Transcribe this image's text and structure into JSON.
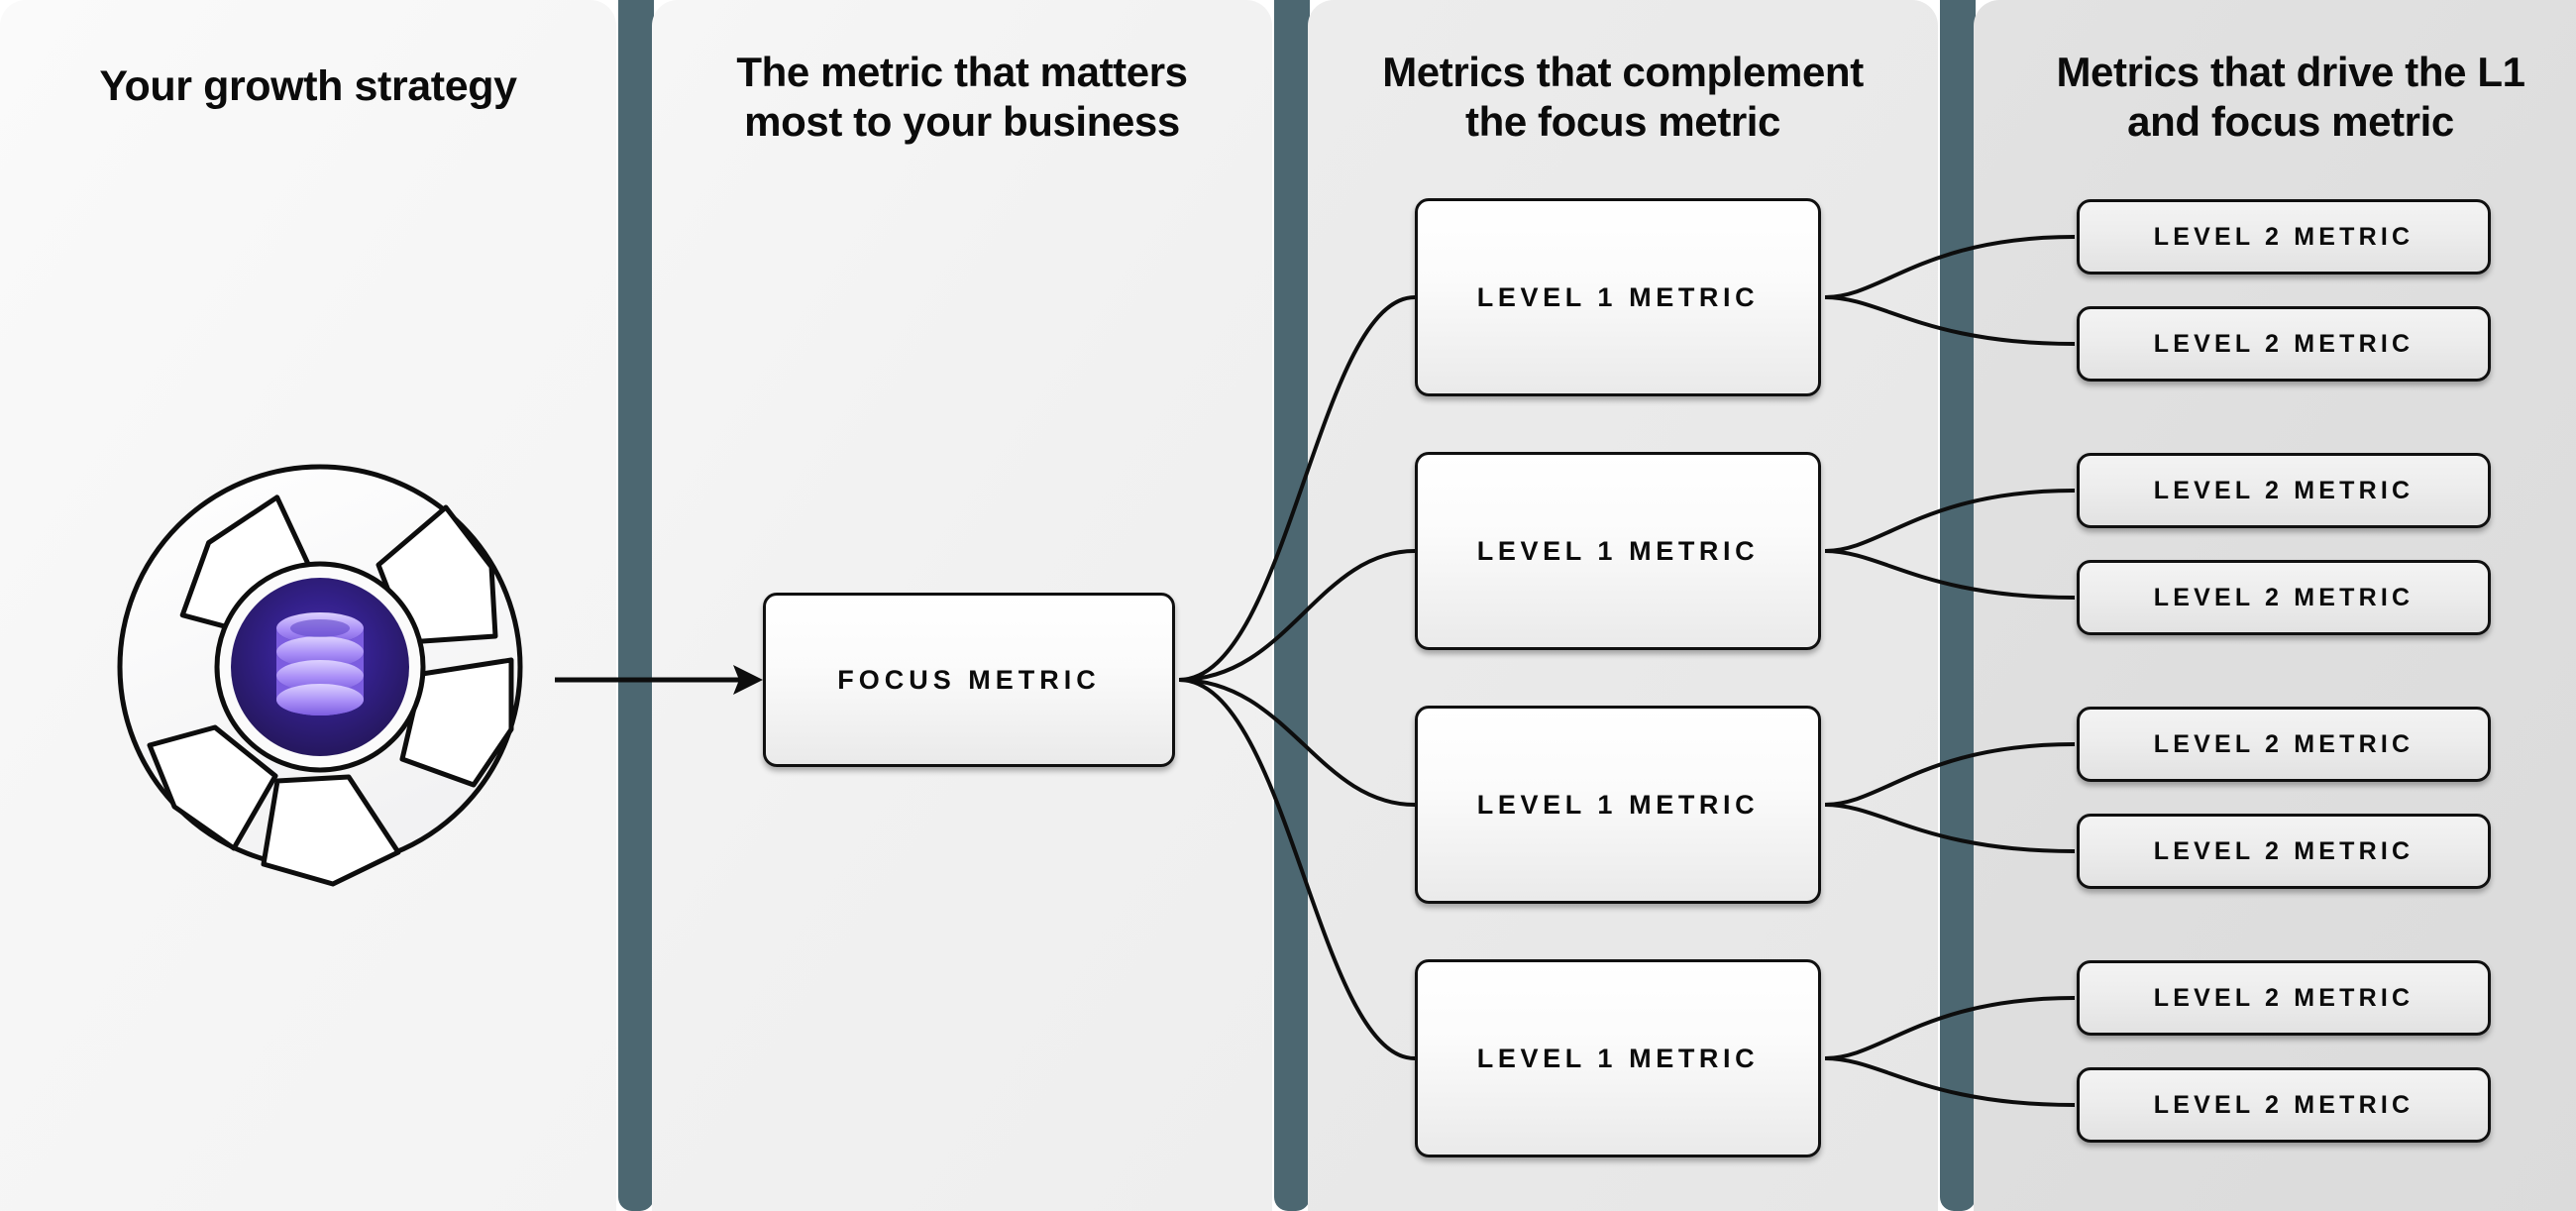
{
  "diagram": {
    "title": "Metric tree: growth strategy to focus metric to level 1 and level 2 metrics",
    "accent_separator_color": "#4c6771",
    "brand_purple_dark": "#241a63",
    "brand_purple_light": "#a78bfa"
  },
  "columns": [
    {
      "id": "growth-strategy",
      "title": "Your growth strategy",
      "background": "#f6f6f6"
    },
    {
      "id": "focus-metric",
      "title": "The metric that matters\nmost to your business",
      "background": "#f1f1f1"
    },
    {
      "id": "level-1-metrics",
      "title": "Metrics that complement\nthe focus metric",
      "background": "#e9e9e9"
    },
    {
      "id": "level-2-metrics",
      "title": "Metrics that drive the L1\nand focus metric",
      "background": "#dedede"
    }
  ],
  "column_titles": {
    "c1": "Your growth strategy",
    "c2_line1": "The metric that matters",
    "c2_line2": "most to your business",
    "c3_line1": "Metrics that complement",
    "c3_line2": "the focus metric",
    "c4_line1": "Metrics that drive the L1",
    "c4_line2": "and focus metric"
  },
  "logo": {
    "name": "aperture-database-logo",
    "description": "Circular aperture emblem with dark purple core containing a database cylinder icon"
  },
  "focus_metric": {
    "label": "FOCUS METRIC"
  },
  "level_1_metrics": [
    {
      "label": "LEVEL 1 METRIC"
    },
    {
      "label": "LEVEL 1 METRIC"
    },
    {
      "label": "LEVEL 1 METRIC"
    },
    {
      "label": "LEVEL 1 METRIC"
    }
  ],
  "level_2_metrics": [
    {
      "label": "LEVEL 2 METRIC"
    },
    {
      "label": "LEVEL 2 METRIC"
    },
    {
      "label": "LEVEL 2 METRIC"
    },
    {
      "label": "LEVEL 2 METRIC"
    },
    {
      "label": "LEVEL 2 METRIC"
    },
    {
      "label": "LEVEL 2 METRIC"
    },
    {
      "label": "LEVEL 2 METRIC"
    },
    {
      "label": "LEVEL 2 METRIC"
    }
  ]
}
